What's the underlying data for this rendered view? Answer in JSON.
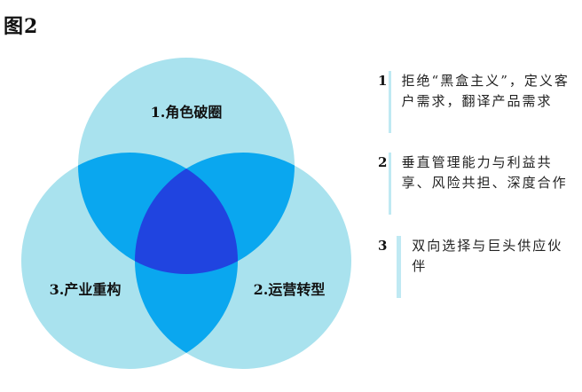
{
  "figure": {
    "title": "图2"
  },
  "venn": {
    "colors": {
      "circle": "#a9e2ee",
      "pair_overlap": "#0aa7ef",
      "center": "#2044e0"
    },
    "sets": [
      {
        "label": "1.角色破圈"
      },
      {
        "label": "2.运营转型"
      },
      {
        "label": "3.产业重构"
      }
    ]
  },
  "legend": {
    "items": [
      {
        "number": "1",
        "text": "拒绝“黑盒主义”，定义客户需求，翻译产品需求"
      },
      {
        "number": "2",
        "text": "垂直管理能力与利益共享、风险共担、深度合作"
      },
      {
        "number": "3",
        "text": "双向选择与巨头供应伙伴"
      }
    ],
    "bar_color": "#bfe9f3"
  }
}
